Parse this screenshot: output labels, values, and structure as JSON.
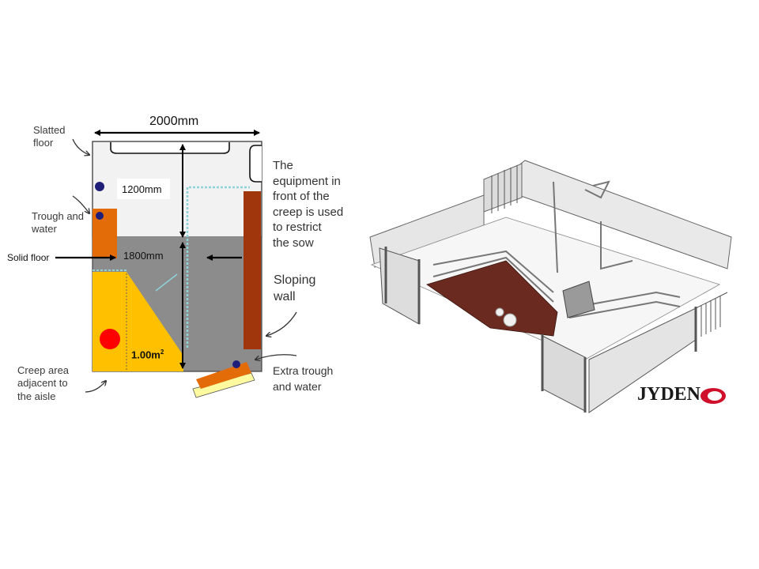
{
  "plan": {
    "width_label": "2000mm",
    "dim_1200": "1200mm",
    "dim_1800": "1800mm",
    "creep_area": "1.00m",
    "creep_area_sup": "2"
  },
  "labels": {
    "slatted_floor_1": "Slatted",
    "slatted_floor_2": "floor",
    "trough_1": "Trough and",
    "trough_2": "water",
    "solid_floor": "Solid floor",
    "creep_1": "Creep area",
    "creep_2": "adjacent to",
    "creep_3": "the aisle",
    "equip_1": "The",
    "equip_2": "equipment in",
    "equip_3": "front of the",
    "equip_4": "creep is used",
    "equip_5": "to restrict",
    "equip_6": "the sow",
    "sloping_1": "Sloping",
    "sloping_2": "wall",
    "extra_1": "Extra trough",
    "extra_2": "and water"
  },
  "logo": {
    "text": "JYDEN"
  },
  "colors": {
    "slatted": "#f2f2f2",
    "solid": "#8c8c8c",
    "creep": "#ffc000",
    "trough": "#e36c09",
    "wall": "#a0360c",
    "heat_lamp": "#ff0000",
    "drinker": "#1f1f7a",
    "boundary": "#8fd3d8",
    "pen_floor": "#6b2a20"
  }
}
